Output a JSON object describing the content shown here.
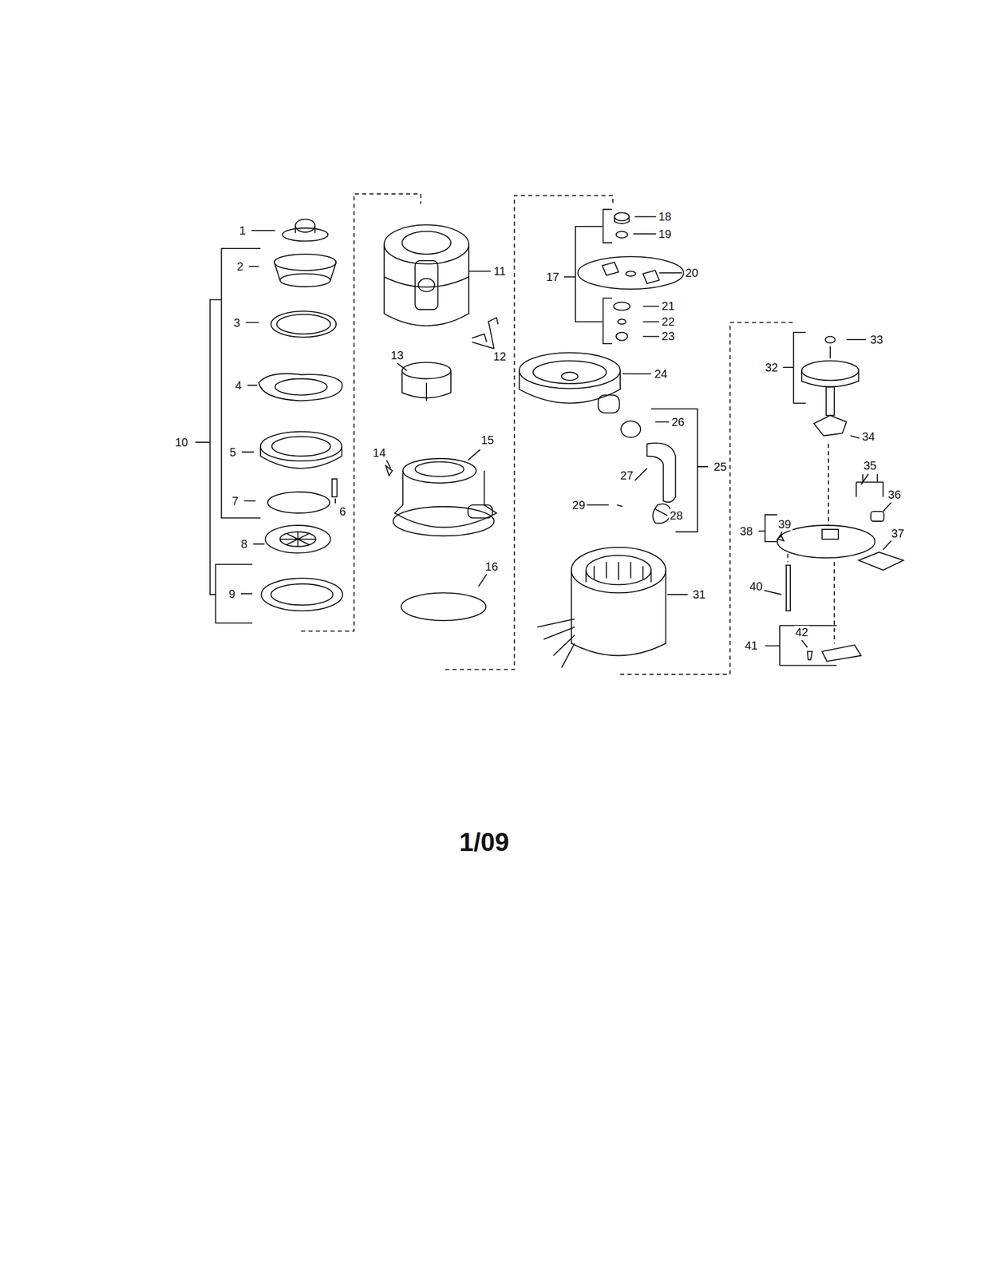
{
  "diagram": {
    "labels": [
      "1",
      "2",
      "3",
      "4",
      "5",
      "6",
      "7",
      "8",
      "9",
      "10",
      "11",
      "12",
      "13",
      "14",
      "15",
      "16",
      "17",
      "18",
      "19",
      "20",
      "21",
      "22",
      "23",
      "24",
      "25",
      "26",
      "27",
      "28",
      "29",
      "31",
      "32",
      "33",
      "34",
      "35",
      "36",
      "37",
      "38",
      "39",
      "40",
      "41",
      "42",
      "1/09"
    ]
  }
}
